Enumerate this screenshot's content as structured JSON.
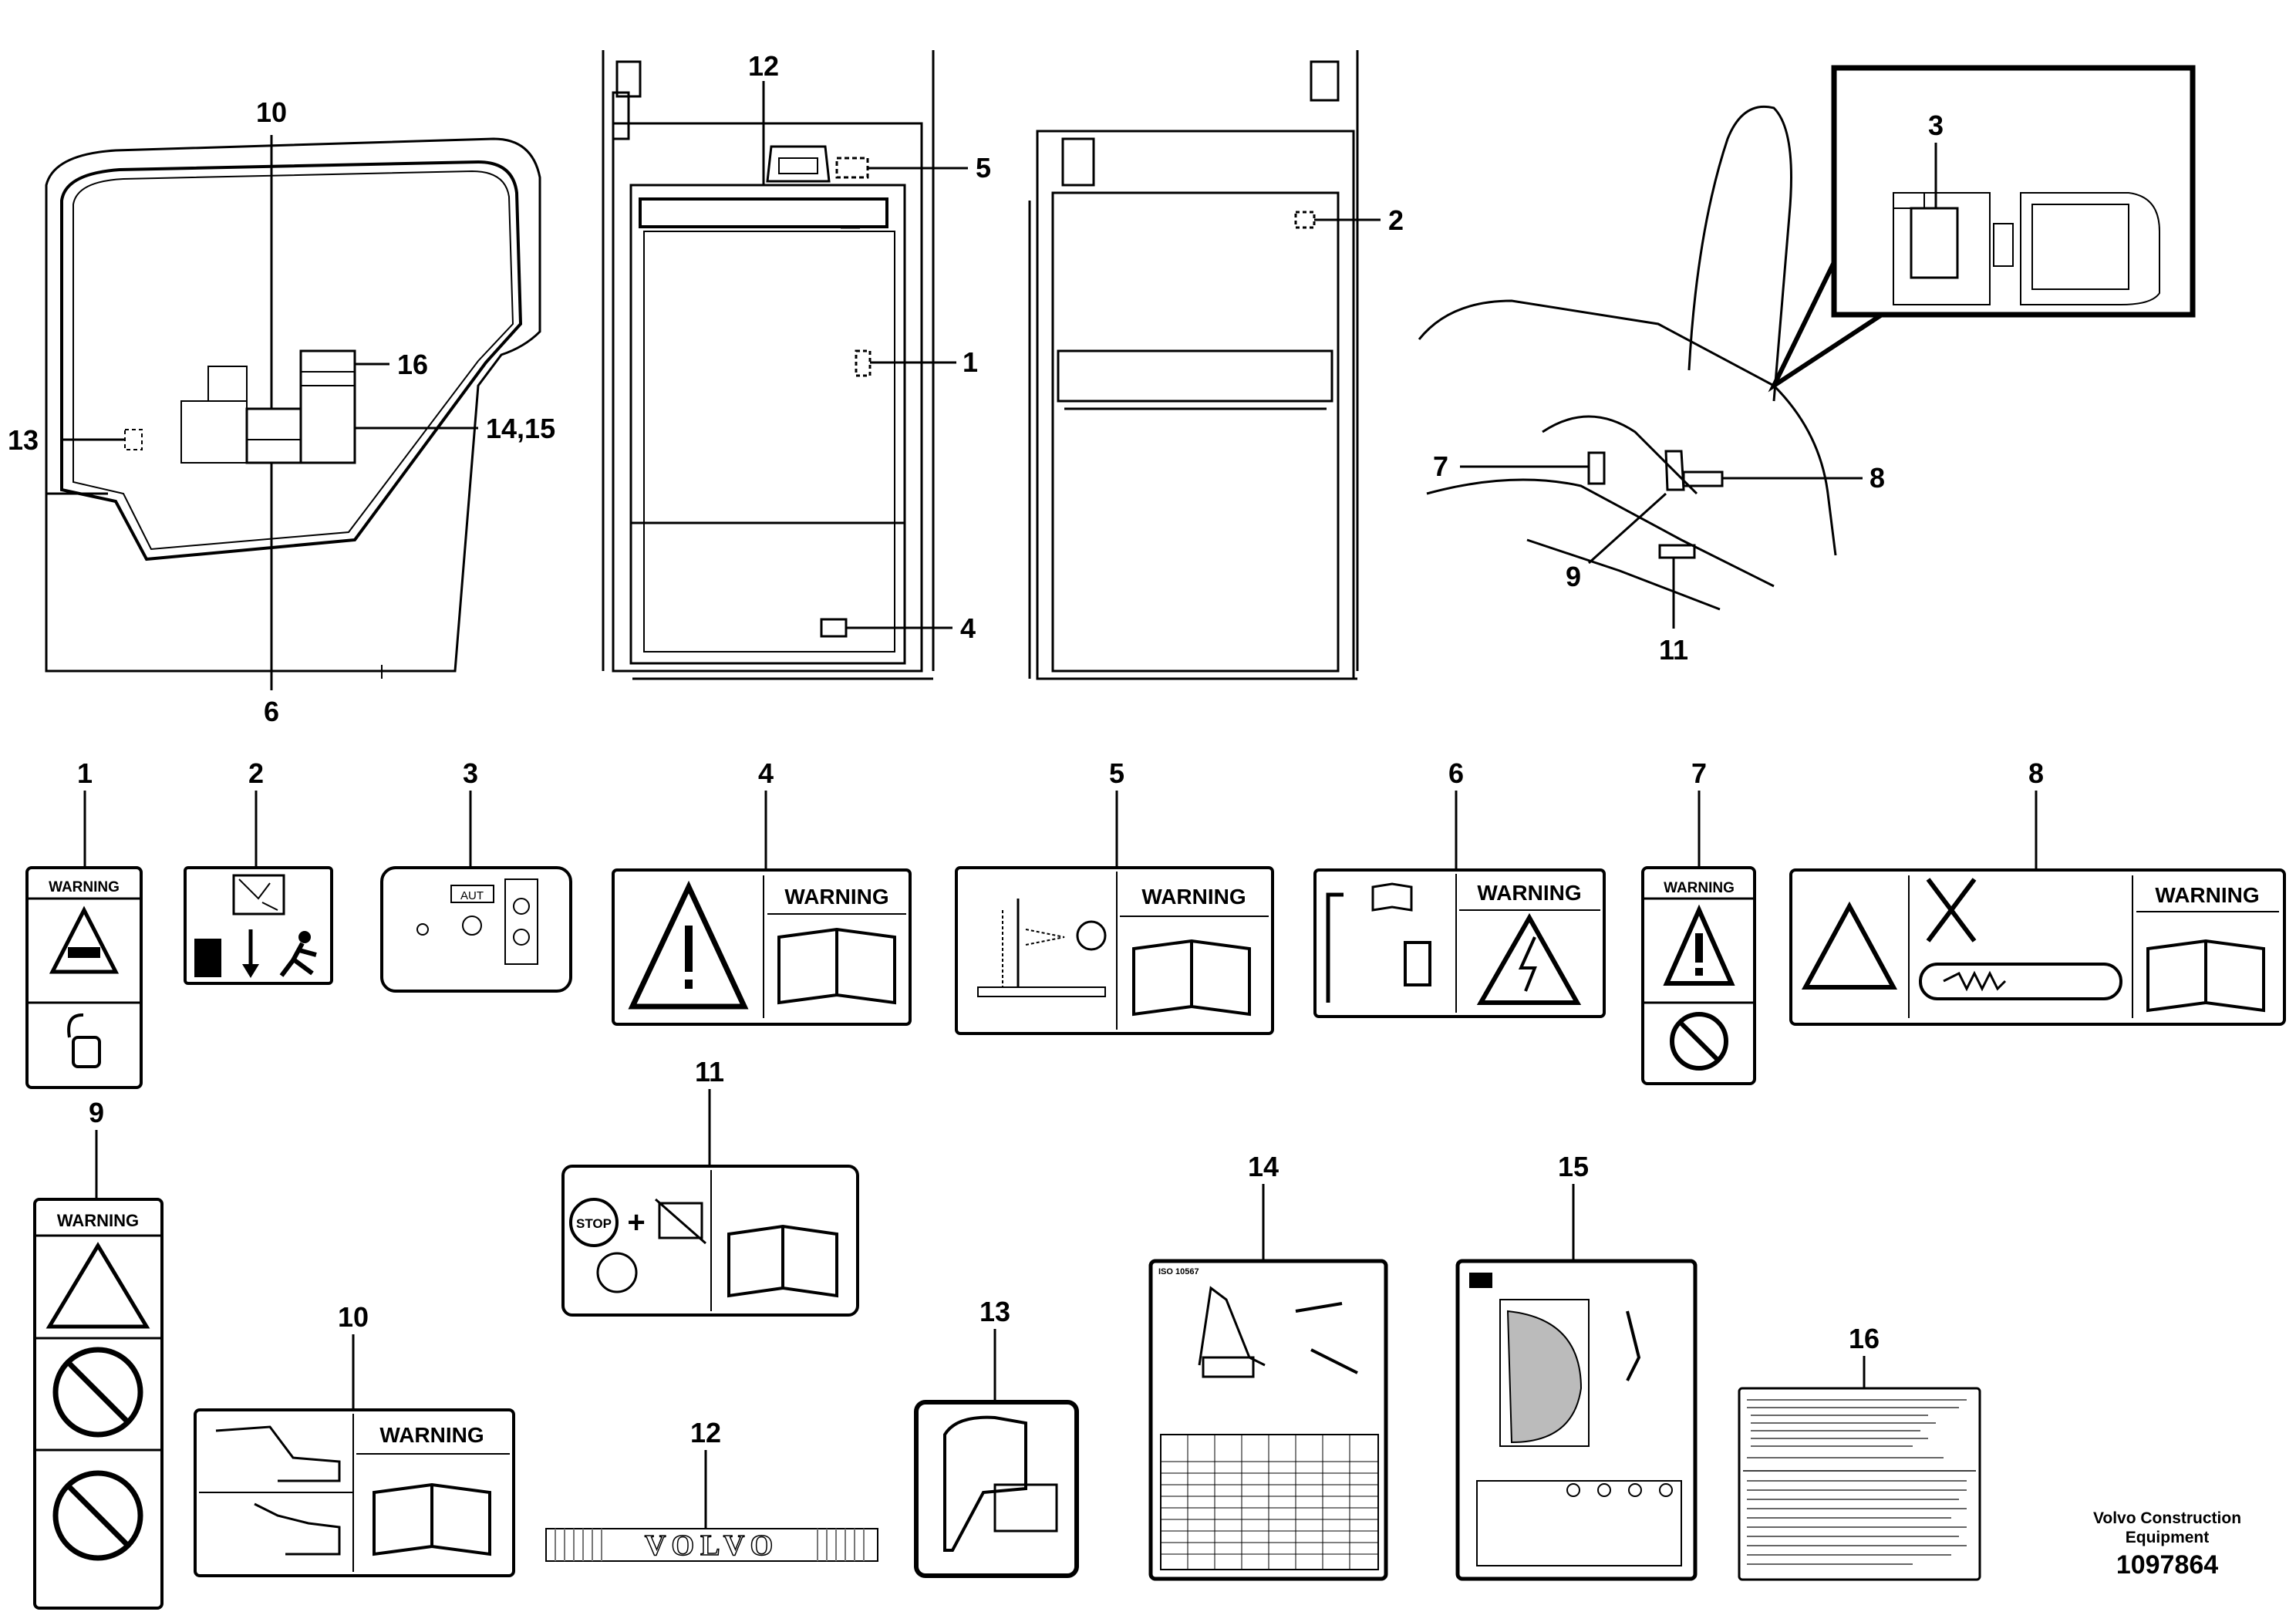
{
  "callouts": {
    "c1": "1",
    "c2": "2",
    "c3": "3",
    "c4": "4",
    "c5": "5",
    "c6": "6",
    "c7": "7",
    "c8": "8",
    "c9": "9",
    "c10": "10",
    "c11": "11",
    "c12": "12",
    "c13": "13",
    "c1415": "14,15",
    "c16": "16"
  },
  "decals": {
    "d1": "1",
    "d2": "2",
    "d3": "3",
    "d4": "4",
    "d5": "5",
    "d6": "6",
    "d7": "7",
    "d8": "8",
    "d9": "9",
    "d10": "10",
    "d11": "11",
    "d12": "12",
    "d13": "13",
    "d14": "14",
    "d15": "15",
    "d16": "16"
  },
  "warning_word": "WARNING",
  "decal3_aut": "AUT",
  "decal11_stop": "STOP",
  "decal12_brand": "VOLVO",
  "decal14_iso": "ISO 10567",
  "footer": {
    "company_line1": "Volvo Construction",
    "company_line2": "Equipment",
    "part_number": "1097864"
  }
}
